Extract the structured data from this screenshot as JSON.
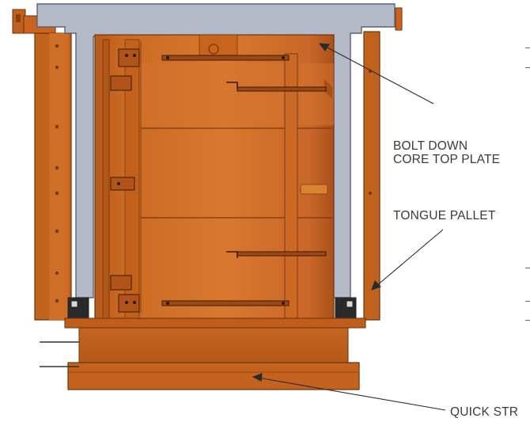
{
  "callouts": {
    "bolt_down": {
      "line1": "BOLT DOWN",
      "line2": "CORE TOP PLATE"
    },
    "tongue_pallet": "TONGUE PALLET",
    "quick_strip": "QUICK STR"
  },
  "colors": {
    "mold_orange": "#C8641E",
    "mold_dark": "#8C3F0C",
    "mold_light": "#D9782E",
    "core_grey": "#B4B9C8",
    "core_edge": "#5E6270",
    "leader": "#2b2b2b",
    "text": "#3a3a3a"
  }
}
